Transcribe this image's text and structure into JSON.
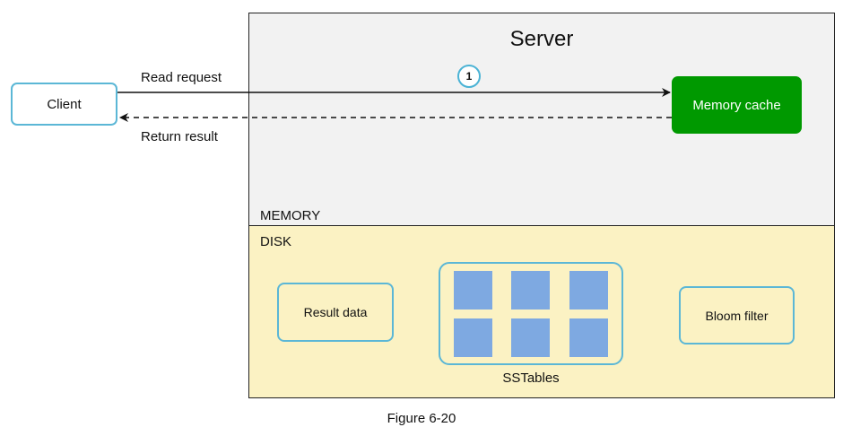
{
  "server": {
    "title": "Server",
    "memory_label": "MEMORY",
    "disk_label": "DISK"
  },
  "client": {
    "label": "Client"
  },
  "memory_cache": {
    "label": "Memory cache"
  },
  "arrows": {
    "read_request": "Read request",
    "return_result": "Return result",
    "step_number": "1"
  },
  "disk": {
    "result_data": "Result data",
    "sstables": "SSTables",
    "bloom_filter": "Bloom filter"
  },
  "caption": "Figure 6-20",
  "colors": {
    "memory_bg": "#f2f2f2",
    "disk_bg": "#fbf2c3",
    "cache_green": "#009900",
    "box_border": "#5bb7d6",
    "sstable_block": "#7ea9e1"
  }
}
